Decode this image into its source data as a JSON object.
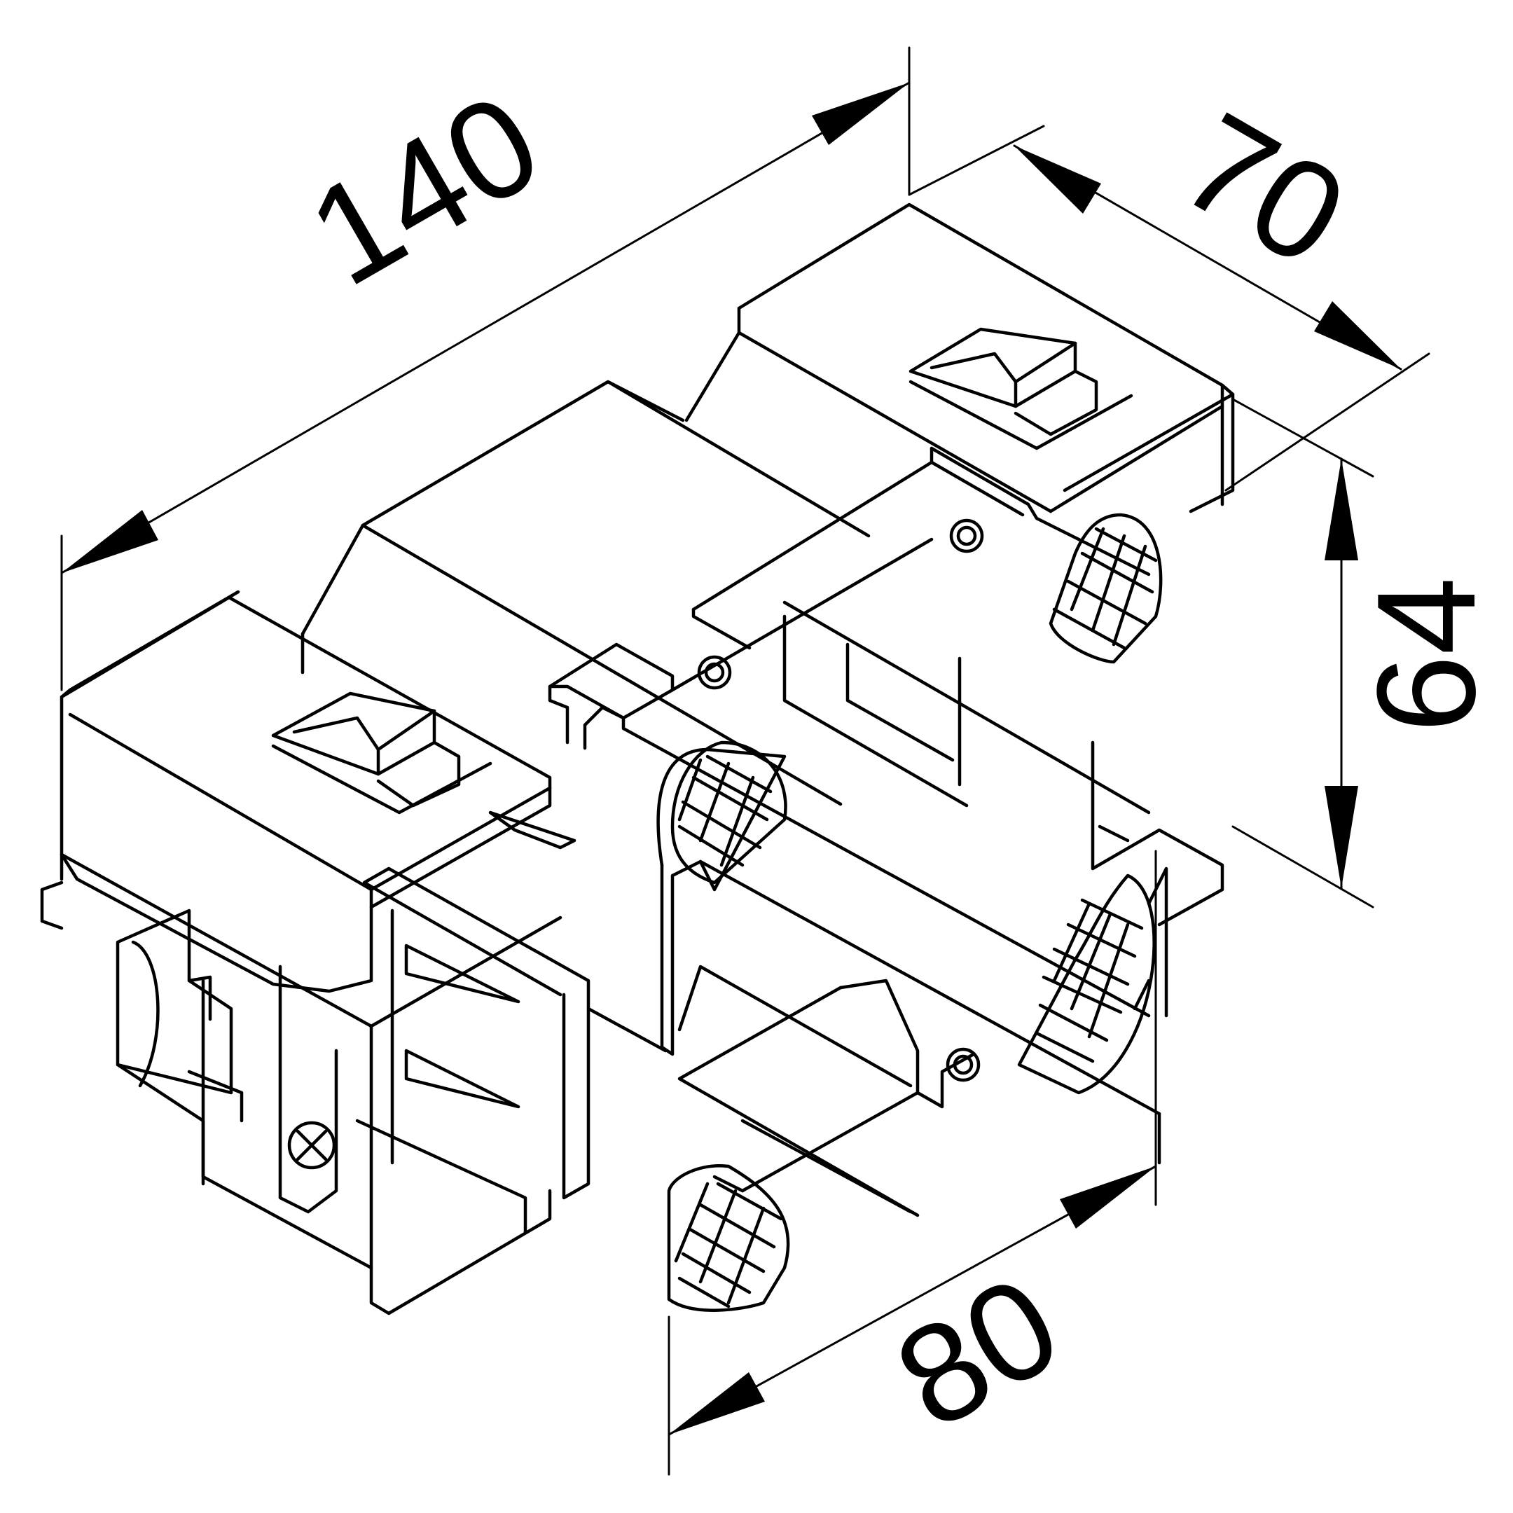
{
  "drawing": {
    "stroke_color": "#000000",
    "background": "#ffffff"
  },
  "dimensions": {
    "length": "140",
    "depth": "70",
    "height": "64",
    "width": "80"
  }
}
